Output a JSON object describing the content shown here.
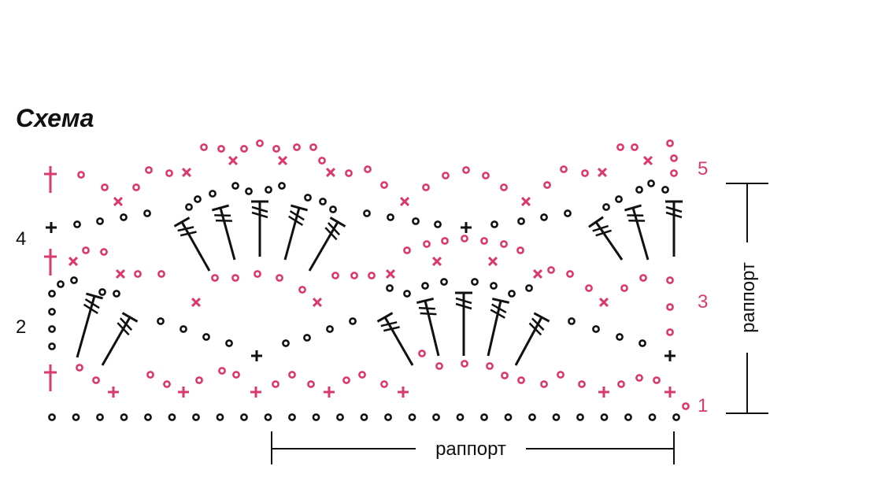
{
  "title": "Схема",
  "colors": {
    "pink": "#d93a6a",
    "black": "#111111"
  },
  "row_labels": {
    "left": [
      "4",
      "2"
    ],
    "right": [
      "5",
      "3",
      "1"
    ]
  },
  "rapport": {
    "horizontal_label": "раппорт",
    "vertical_label": "раппорт"
  },
  "symbols": {
    "chain": "chain-stitch-icon",
    "single_crochet": "single-crochet-icon",
    "double_crochet": "double-crochet-icon",
    "turning_chain": "turning-chain-icon"
  }
}
